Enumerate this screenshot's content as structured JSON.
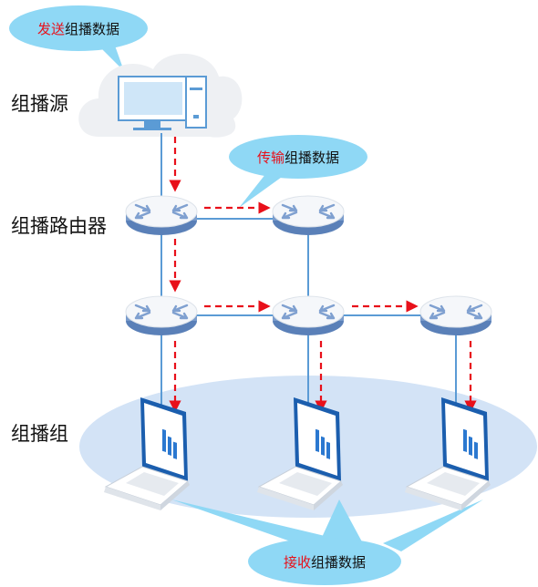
{
  "labels": {
    "source": "组播源",
    "routers": "组播路由器",
    "group": "组播组"
  },
  "bubbles": {
    "send": {
      "highlight": "发送",
      "rest": "组播数据"
    },
    "transmit": {
      "highlight": "传输",
      "rest": "组播数据"
    },
    "receive": {
      "highlight": "接收",
      "rest": "组播数据"
    }
  },
  "colors": {
    "bubble": "#8fd8f5",
    "highlight": "#e8101a",
    "link": "#5b9bd5",
    "flow_arrow": "#e8101a",
    "router_top": "#f5f7fa",
    "router_band": "#5a80b8",
    "group_ellipse": "#d3e3f6",
    "cloud": "#eef0f3",
    "laptop_screen": "#1b5eae"
  },
  "icons": {
    "source": "desktop-computer-icon",
    "router": "router-icon",
    "receiver": "laptop-chart-icon",
    "cloud": "cloud-icon"
  }
}
